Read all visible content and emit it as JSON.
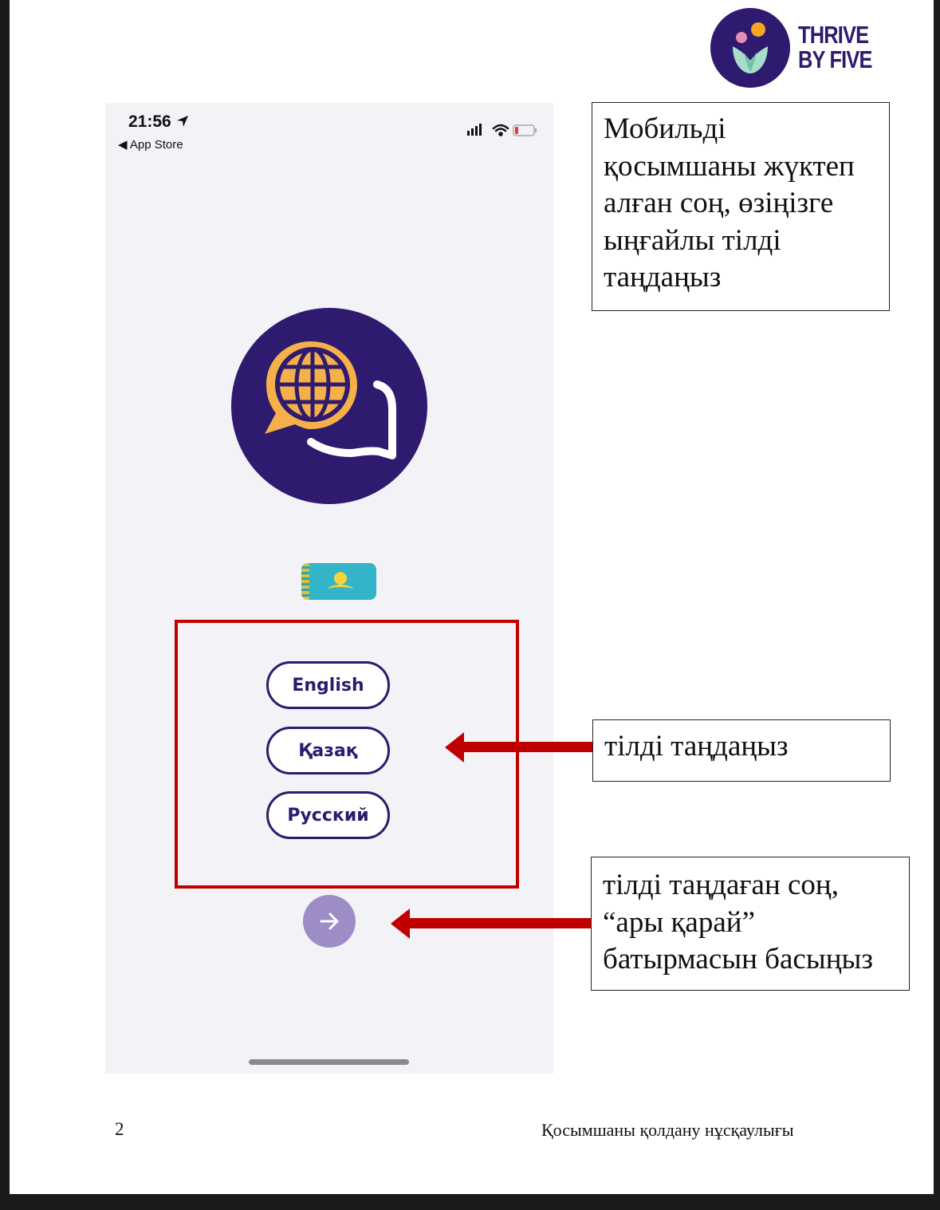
{
  "logo": {
    "line1": "THRIVE",
    "line2": "BY FIVE",
    "brand_color": "#2e1a6e"
  },
  "phone": {
    "status": {
      "time": "21:56",
      "back_label": "◀ App Store"
    },
    "language_buttons": [
      {
        "label": "English"
      },
      {
        "label": "Қазақ"
      },
      {
        "label": "Русский"
      }
    ],
    "next_icon": "arrow-right-icon",
    "app_icon": "globe-chat-icon",
    "flag_icon": "kazakhstan-flag-icon",
    "accent_color": "#9d8cc6"
  },
  "callouts": {
    "intro": [
      "Мобильді",
      "қосымшаны жүктеп",
      "алған соң, өзіңізге",
      "ыңғайлы тілді",
      "таңдаңыз"
    ],
    "choose_language": "тілді таңдаңыз",
    "next_step": [
      "тілді таңдаған соң,",
      "“ары қарай”",
      "батырмасын басыңыз"
    ]
  },
  "highlight_color": "#c00000",
  "footer": {
    "page_number": "2",
    "title": "Қосымшаны қолдану нұсқаулығы"
  }
}
